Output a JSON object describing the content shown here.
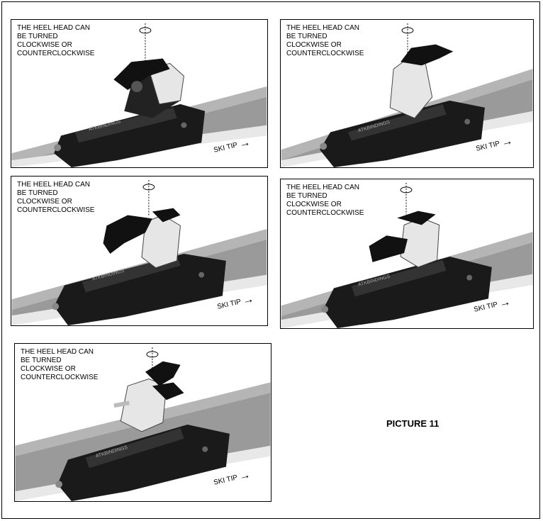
{
  "panels": [
    {
      "caption": [
        "THE HEEL HEAD CAN",
        "BE TURNED",
        "CLOCKWISE OR",
        "COUNTERCLOCKWISE"
      ],
      "ski_tip": "SKI TIP",
      "brand": "ATKBINDINGS"
    },
    {
      "caption": [
        "THE HEEL HEAD CAN",
        "BE TURNED",
        "CLOCKWISE OR",
        "COUNTERCLOCKWISE"
      ],
      "ski_tip": "SKI TIP",
      "brand": "ATKBINDINGS"
    },
    {
      "caption": [
        "THE HEEL HEAD CAN",
        "BE TURNED",
        "CLOCKWISE OR",
        "COUNTERCLOCKWISE"
      ],
      "ski_tip": "SKI TIP",
      "brand": "ATKBINDINGS"
    },
    {
      "caption": [
        "THE HEEL HEAD CAN",
        "BE TURNED",
        "CLOCKWISE OR",
        "COUNTERCLOCKWISE"
      ],
      "ski_tip": "SKI TIP",
      "brand": "ATKBINDINGS"
    },
    {
      "caption": [
        "THE HEEL HEAD CAN",
        "BE TURNED",
        "CLOCKWISE OR",
        "COUNTERCLOCKWISE"
      ],
      "ski_tip": "SKI TIP",
      "brand": "ATKBINDINGS"
    }
  ],
  "picture_label": "PICTURE 11"
}
